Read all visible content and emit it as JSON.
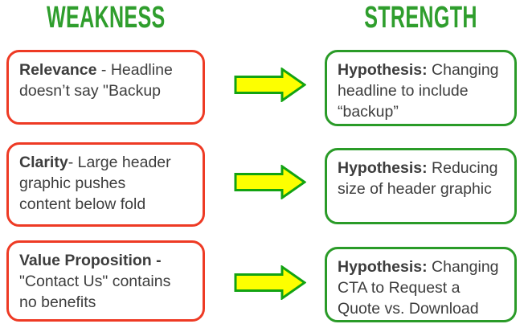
{
  "diagram": {
    "title_left": "WEAKNESS",
    "title_right": "STRENGTH",
    "colors": {
      "header_green": "#2f9e2d",
      "weakness_border_red": "#ee3a24",
      "strength_border_green": "#2a9b28",
      "arrow_fill_yellow": "#fdff00",
      "arrow_stroke_green": "#12a312",
      "body_text": "#3d3d3d",
      "background": "#ffffff"
    },
    "rows": [
      {
        "weakness": {
          "lead": "Relevance",
          "rest": " - Headline\ndoesn’t say \"Backup"
        },
        "strength": {
          "lead": "Hypothesis:",
          "rest": " Changing\nheadline to include\n“backup”"
        }
      },
      {
        "weakness": {
          "lead": "Clarity",
          "rest": "- Large header\ngraphic pushes\ncontent below fold"
        },
        "strength": {
          "lead": "Hypothesis:",
          "rest": " Reducing\nsize of header graphic"
        }
      },
      {
        "weakness": {
          "lead": "Value Proposition -",
          "rest": "\n\"Contact Us\" contains\nno benefits"
        },
        "strength": {
          "lead": "Hypothesis:",
          "rest": " Changing\nCTA to Request a\nQuote vs. Download"
        }
      }
    ]
  }
}
